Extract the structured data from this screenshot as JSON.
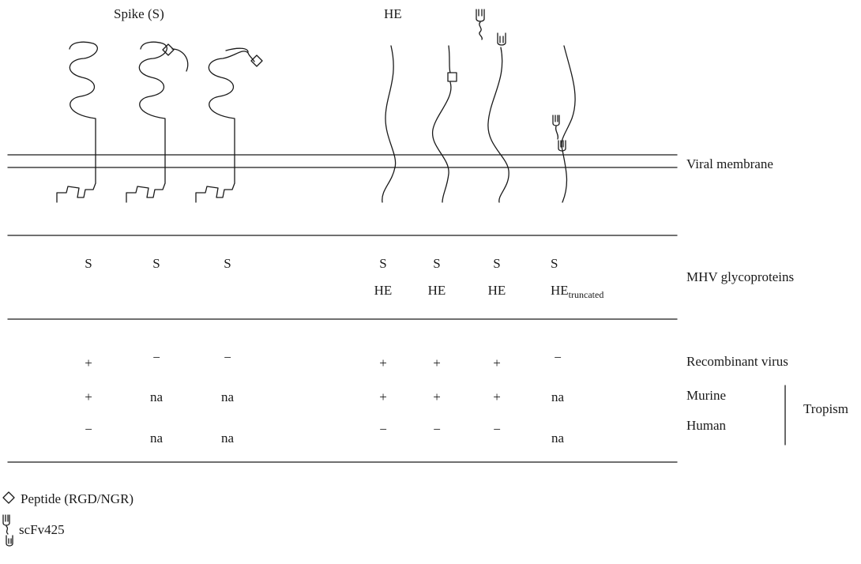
{
  "header": {
    "spike_label": "Spike (S)",
    "he_label": "HE"
  },
  "rows": {
    "membrane": "Viral membrane",
    "glycoproteins": "MHV glycoproteins",
    "recombinant": "Recombinant virus",
    "murine": "Murine",
    "human": "Human",
    "tropism": "Tropism"
  },
  "columns": [
    {
      "s": "S",
      "he": "",
      "he_sub": "",
      "recombinant": "+",
      "murine": "+",
      "human": "−"
    },
    {
      "s": "S",
      "he": "",
      "he_sub": "",
      "recombinant": "−",
      "murine": "na",
      "human": "na"
    },
    {
      "s": "S",
      "he": "",
      "he_sub": "",
      "recombinant": "−",
      "murine": "na",
      "human": "na"
    },
    {
      "s": "S",
      "he": "HE",
      "he_sub": "",
      "recombinant": "+",
      "murine": "+",
      "human": "−"
    },
    {
      "s": "S",
      "he": "HE",
      "he_sub": "",
      "recombinant": "+",
      "murine": "+",
      "human": "−"
    },
    {
      "s": "S",
      "he": "HE",
      "he_sub": "",
      "recombinant": "+",
      "murine": "+",
      "human": "−"
    },
    {
      "s": "S",
      "he": "HE",
      "he_sub": "truncated",
      "recombinant": "−",
      "murine": "na",
      "human": "na"
    }
  ],
  "legend": {
    "peptide": "Peptide (RGD/NGR)",
    "scfv": "scFv425"
  },
  "colors": {
    "ink": "#1a1a1a",
    "background": "#ffffff"
  }
}
